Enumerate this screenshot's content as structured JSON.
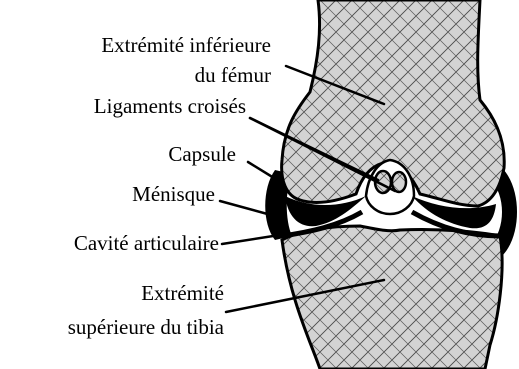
{
  "labels": {
    "femur_line1": "Extrémité inférieure",
    "femur_line2": "du fémur",
    "ligaments": "Ligaments croisés",
    "capsule": "Capsule",
    "menisque": "Ménisque",
    "cavite": "Cavité articulaire",
    "tibia_line1": "Extrémité",
    "tibia_line2": "supérieure du tibia"
  },
  "colors": {
    "bone_fill": "#d3d3d3",
    "outline": "#000000",
    "background": "#ffffff"
  }
}
